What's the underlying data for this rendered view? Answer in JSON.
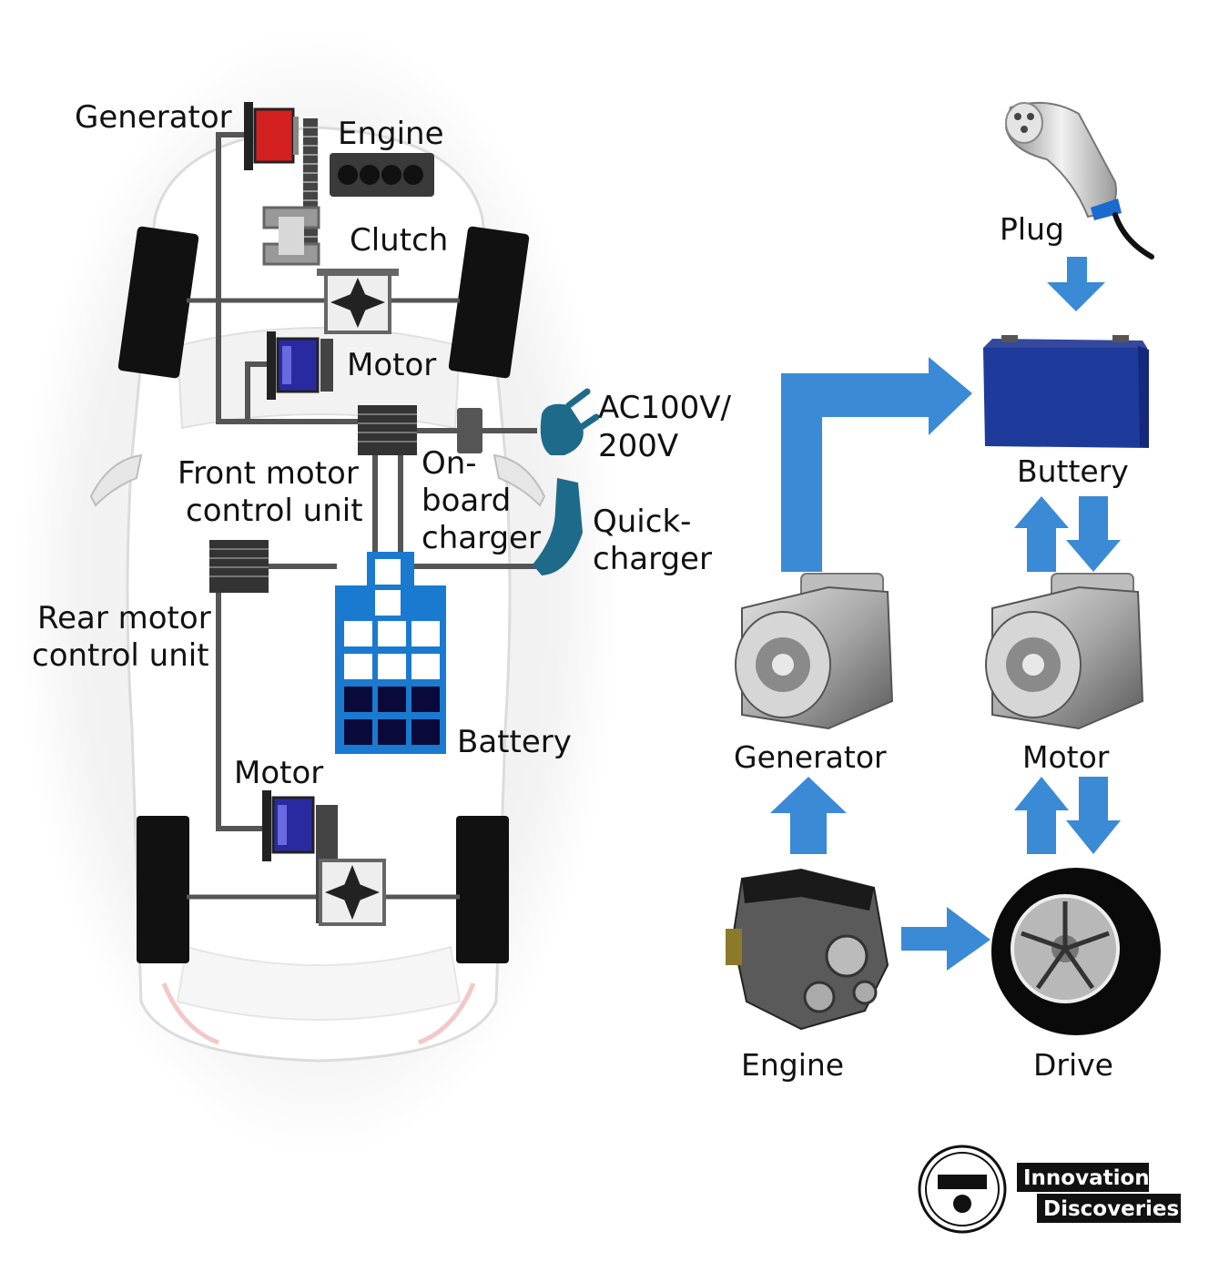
{
  "car_diagram": {
    "labels": {
      "generator": "Generator",
      "engine": "Engine",
      "clutch": "Clutch",
      "front_motor": "Motor",
      "ac_line1": "AC100V/",
      "ac_line2": "200V",
      "front_mcu_line1": "Front motor",
      "front_mcu_line2": "control unit",
      "onboard_line1": "On-",
      "onboard_line2": "board",
      "onboard_line3": "charger",
      "quick_line1": "Quick-",
      "quick_line2": "charger",
      "rear_mcu_line1": "Rear motor",
      "rear_mcu_line2": "control unit",
      "battery": "Battery",
      "rear_motor": "Motor"
    },
    "colors": {
      "generator": "#d42020",
      "motor": "#2a2aa0",
      "battery_charged": "#ffffff",
      "battery_frame": "#1a7ad0",
      "battery_empty": "#0a0a3a",
      "plug": "#1e6a8a"
    }
  },
  "flow_diagram": {
    "labels": {
      "plug": "Plug",
      "battery": "Buttery",
      "generator": "Generator",
      "motor": "Motor",
      "engine": "Engine",
      "drive": "Drive"
    },
    "arrow_color": "#3a8ad6",
    "battery_color": "#1e3a9a"
  },
  "logo": {
    "line1": "Innovation",
    "line2": "Discoveries"
  }
}
